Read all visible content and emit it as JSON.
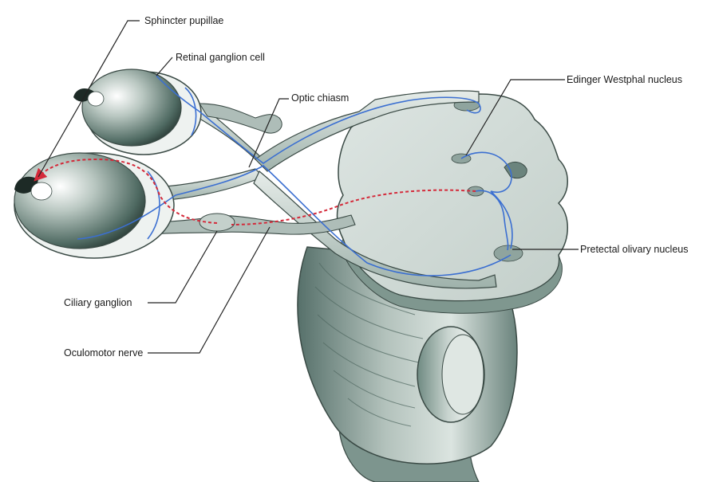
{
  "labels": {
    "sphincter_pupillae": "Sphincter pupillae",
    "retinal_ganglion_cell": "Retinal ganglion cell",
    "optic_chiasm": "Optic chiasm",
    "edinger_westphal_nucleus": "Edinger Westphal nucleus",
    "pretectal_olivary_nucleus": "Pretectal olivary nucleus",
    "ciliary_ganglion": "Ciliary ganglion",
    "oculomotor_nerve": "Oculomotor nerve"
  },
  "colors": {
    "tissue": "#c9d4cf",
    "tissue_dark": "#6f8a82",
    "outline": "#3a4a45",
    "afferent_pathway": "#3b6fd1",
    "efferent_pathway": "#d42a3a",
    "leader_line": "#222222"
  }
}
